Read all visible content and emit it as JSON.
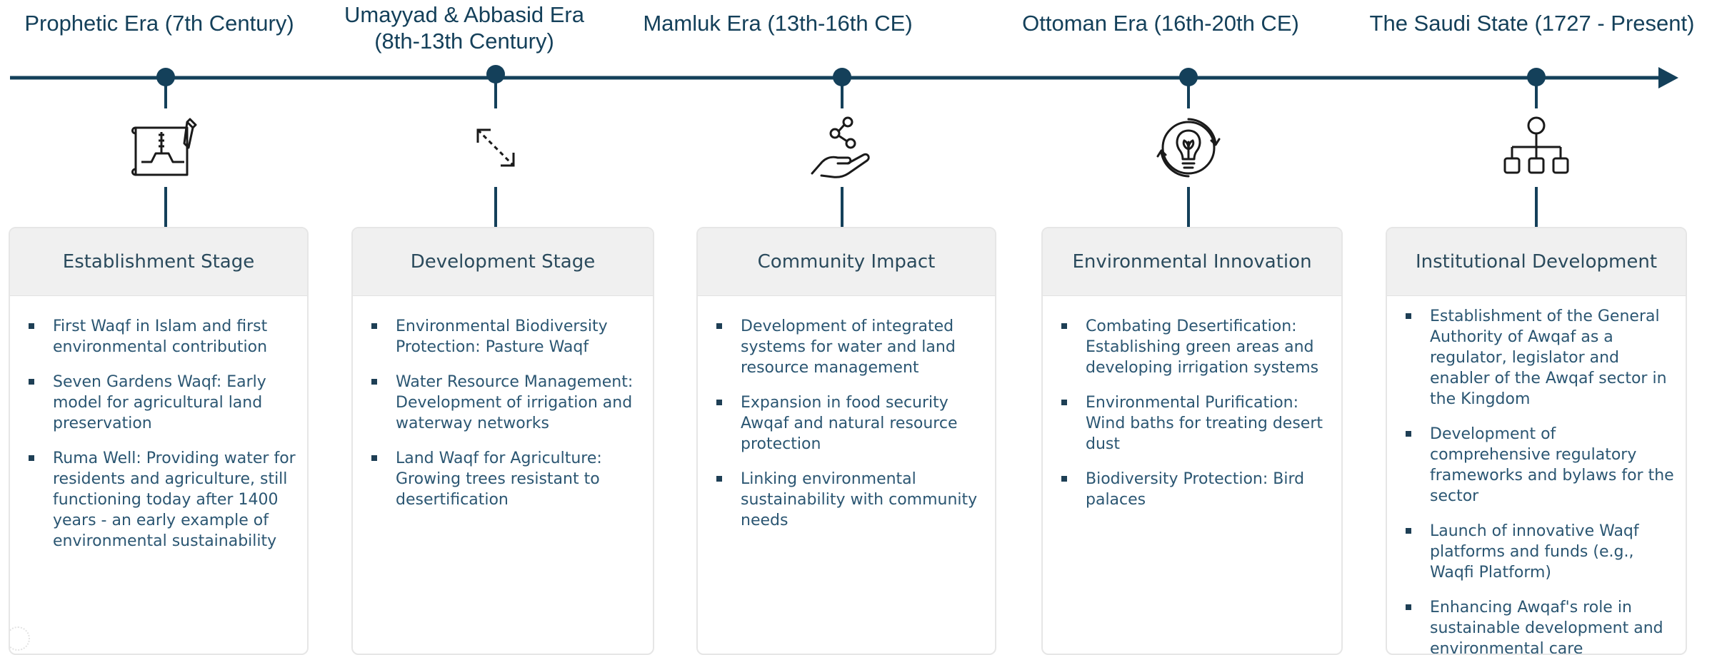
{
  "eras": [
    {
      "title": "Prophetic Era (7th Century)",
      "title2": ""
    },
    {
      "title": "Umayyad & Abbasid Era",
      "title2": "(8th-13th Century)"
    },
    {
      "title": "Mamluk Era (13th-16th CE)",
      "title2": ""
    },
    {
      "title": "Ottoman Era (16th-20th CE)",
      "title2": ""
    },
    {
      "title": "The Saudi State (1727 - Present)",
      "title2": ""
    }
  ],
  "icons": [
    "blueprint-icon",
    "resize-arrows-icon",
    "hand-share-icon",
    "eco-bulb-cycle-icon",
    "org-chart-icon"
  ],
  "cards": [
    {
      "header": "Establishment Stage",
      "items": [
        "First Waqf in Islam and first environmental contribution",
        "Seven Gardens Waqf: Early model for agricultural land preservation",
        "Ruma Well: Providing water for residents and agriculture, still functioning today after 1400 years - an early example of environmental sustainability"
      ]
    },
    {
      "header": "Development Stage",
      "items": [
        "Environmental Biodiversity Protection: Pasture Waqf",
        "Water Resource Management: Development of irrigation and waterway networks",
        "Land Waqf for Agriculture: Growing trees resistant to desertification"
      ]
    },
    {
      "header": "Community Impact",
      "items": [
        "Development of integrated systems for water and land resource management",
        "Expansion in food security Awqaf and natural resource protection",
        "Linking environmental sustainability with community needs"
      ]
    },
    {
      "header": "Environmental Innovation",
      "items": [
        "Combating Desertification: Establishing green areas and developing irrigation systems",
        "Environmental Purification: Wind baths for treating desert dust",
        "Biodiversity Protection: Bird palaces"
      ]
    },
    {
      "header": "Institutional Development",
      "items": [
        "Establishment of the General Authority of Awqaf as a regulator, legislator and enabler of the Awqaf sector in the Kingdom",
        "Development of comprehensive regulatory frameworks and bylaws for the sector",
        "Launch of innovative Waqf platforms and funds (e.g., Waqfi Platform)",
        "Enhancing Awqaf's role in sustainable development and environmental care"
      ]
    }
  ],
  "colors": {
    "line": "#14405a",
    "text": "#2b5672"
  }
}
